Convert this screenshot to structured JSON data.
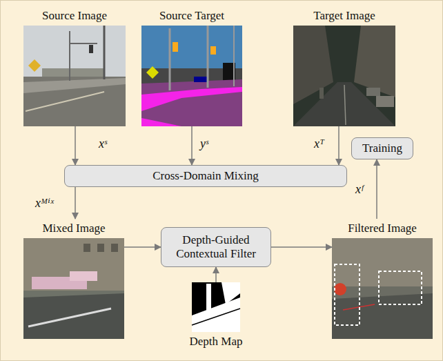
{
  "diagram": {
    "nodes": [
      {
        "text": [
          "Source Image"
        ]
      },
      {
        "text": [
          "Source Target"
        ]
      },
      {
        "text": [
          "Target Image"
        ]
      },
      {
        "text": [
          "Cross-Domain Mixing"
        ]
      },
      {
        "text": [
          "Training"
        ]
      },
      {
        "text": [
          "Mixed Image"
        ]
      },
      {
        "text": [
          "Depth-Guided Contextual Filter"
        ]
      },
      {
        "text": [
          "Filtered Image"
        ]
      },
      {
        "text": [
          "Depth Map"
        ]
      }
    ],
    "edges": [
      {
        "from": 0,
        "to": 3,
        "label": "xˢ",
        "arrow": "to"
      },
      {
        "from": 1,
        "to": 3,
        "label": "yˢ",
        "arrow": "to"
      },
      {
        "from": 2,
        "to": 3,
        "label": "xᵀ",
        "arrow": "to"
      },
      {
        "from": 3,
        "to": 5,
        "label": "xᴹⁱˣ",
        "arrow": "to"
      },
      {
        "from": 5,
        "to": 6,
        "arrow": "to"
      },
      {
        "from": 8,
        "to": 6,
        "arrow": "to"
      },
      {
        "from": 6,
        "to": 7,
        "arrow": "to"
      },
      {
        "from": 7,
        "to": 4,
        "label": "xᶠ",
        "arrow": "to"
      }
    ]
  }
}
